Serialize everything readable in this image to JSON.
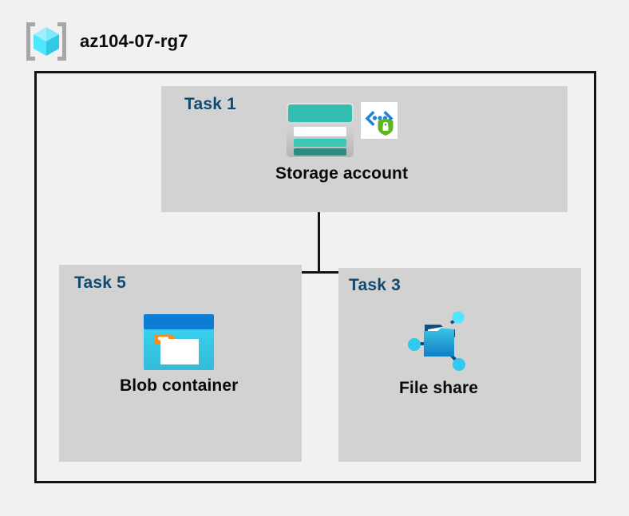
{
  "header": {
    "icon_name": "resource-group-icon",
    "title": "az104-07-rg7"
  },
  "diagram": {
    "panels": [
      {
        "id": "task1",
        "label": "Task 1",
        "node": {
          "caption": "Storage account",
          "icon_name": "storage-account-icon",
          "badge_icon_name": "secure-endpoint-icon"
        }
      },
      {
        "id": "task5",
        "label": "Task 5",
        "node": {
          "caption": "Blob container",
          "icon_name": "blob-container-icon"
        }
      },
      {
        "id": "task3",
        "label": "Task 3",
        "node": {
          "caption": "File share",
          "icon_name": "file-share-icon"
        }
      }
    ],
    "connector_name": "tree-connector"
  },
  "colors": {
    "background": "#f1f1f1",
    "panel": "#d2d2d2",
    "border": "#131313",
    "task_label": "#12496e",
    "caption": "#0a0a0a",
    "storage_teal": "#32beb0",
    "storage_teal_dark": "#2e8b7f",
    "blob_header_blue": "#0078d4",
    "blob_body_cyan": "#32d4f5",
    "tag_orange": "#f78d1e",
    "file_share_blue": "#0f6cbd",
    "node_cyan": "#50e6ff",
    "shield_green": "#5eb522",
    "cube_cyan": "#7ee8fa"
  }
}
